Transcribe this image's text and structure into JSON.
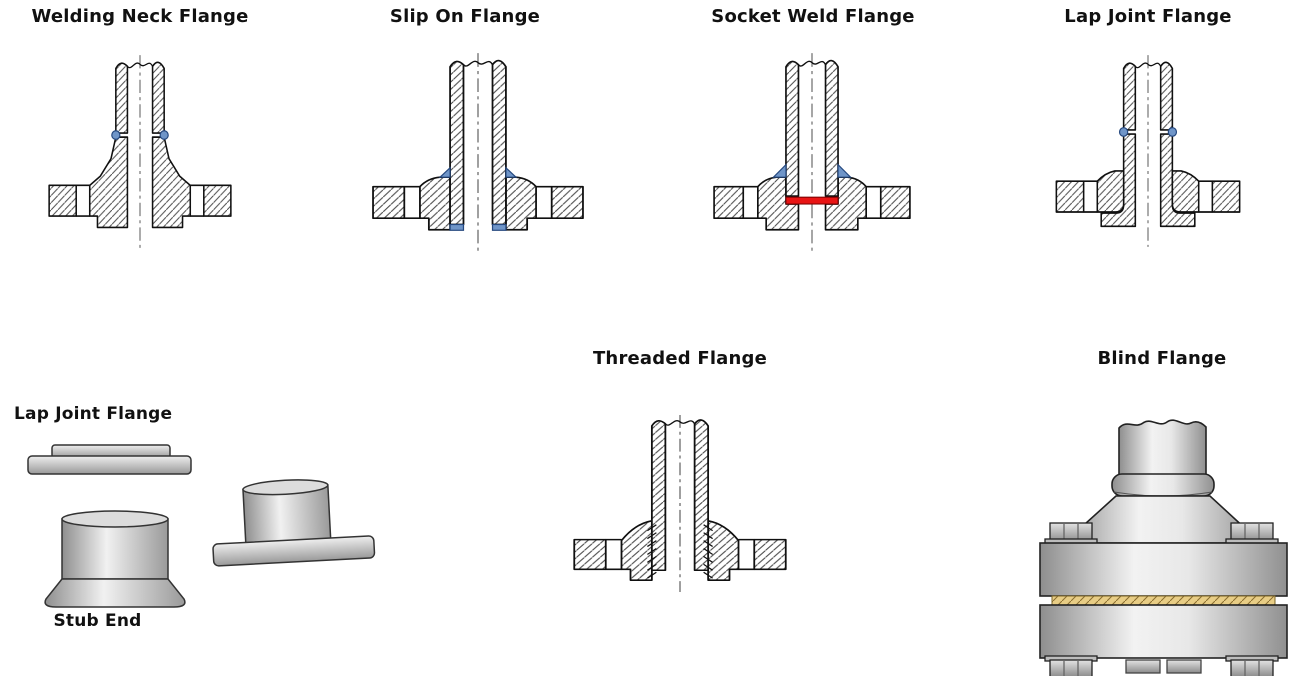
{
  "page": {
    "background": "#ffffff",
    "description": "Pipe flange types technical diagram"
  },
  "labels": {
    "welding_neck": "Welding Neck Flange",
    "slip_on": "Slip On Flange",
    "socket_weld": "Socket Weld Flange",
    "lap_joint": "Lap Joint Flange",
    "threaded": "Threaded Flange",
    "blind": "Blind Flange",
    "lap_joint_set": "Lap Joint Flange",
    "stub_end": "Stub End"
  },
  "colors": {
    "outline": "#111111",
    "hatch": "#4a4a4a",
    "weld_blue": "#6f95c8",
    "weld_blue_edge": "#24477e",
    "socket_gap_red": "#e81414",
    "gasket_yellow": "#e8cd85",
    "metal_grey_light": "#f1f1f1",
    "metal_grey_dark": "#9a9a9a"
  },
  "diagrams": [
    {
      "id": "welding-neck-flange",
      "label": "Welding Neck Flange",
      "view": "cross-section",
      "features": [
        "butt-weld-dots",
        "tapered-hub",
        "raised-face",
        "bolt-holes"
      ]
    },
    {
      "id": "slip-on-flange",
      "label": "Slip On Flange",
      "view": "cross-section",
      "features": [
        "fillet-weld-top",
        "fillet-weld-bottom",
        "bolt-holes"
      ]
    },
    {
      "id": "socket-weld-flange",
      "label": "Socket Weld Flange",
      "view": "cross-section",
      "features": [
        "fillet-weld-top",
        "red-expansion-gap",
        "bolt-holes"
      ]
    },
    {
      "id": "lap-joint-flange",
      "label": "Lap Joint Flange",
      "view": "cross-section",
      "features": [
        "butt-weld-dots",
        "stub-end-lap",
        "loose-backing-flange"
      ]
    },
    {
      "id": "threaded-flange",
      "label": "Threaded Flange",
      "view": "cross-section",
      "features": [
        "thread-marks",
        "bolt-holes"
      ]
    },
    {
      "id": "lap-joint-flange-set",
      "label": "Lap Joint Flange",
      "view": "3d-render",
      "features": [
        "loose-flange-ring",
        "stub-end-fitting",
        "assembled-set"
      ]
    },
    {
      "id": "stub-end",
      "label": "Stub End",
      "view": "3d-render",
      "features": [
        "flared-lap"
      ]
    },
    {
      "id": "blind-flange",
      "label": "Blind Flange",
      "view": "3d-render",
      "features": [
        "bolted-joint",
        "hex-nuts",
        "spiral-wound-gasket"
      ]
    }
  ]
}
